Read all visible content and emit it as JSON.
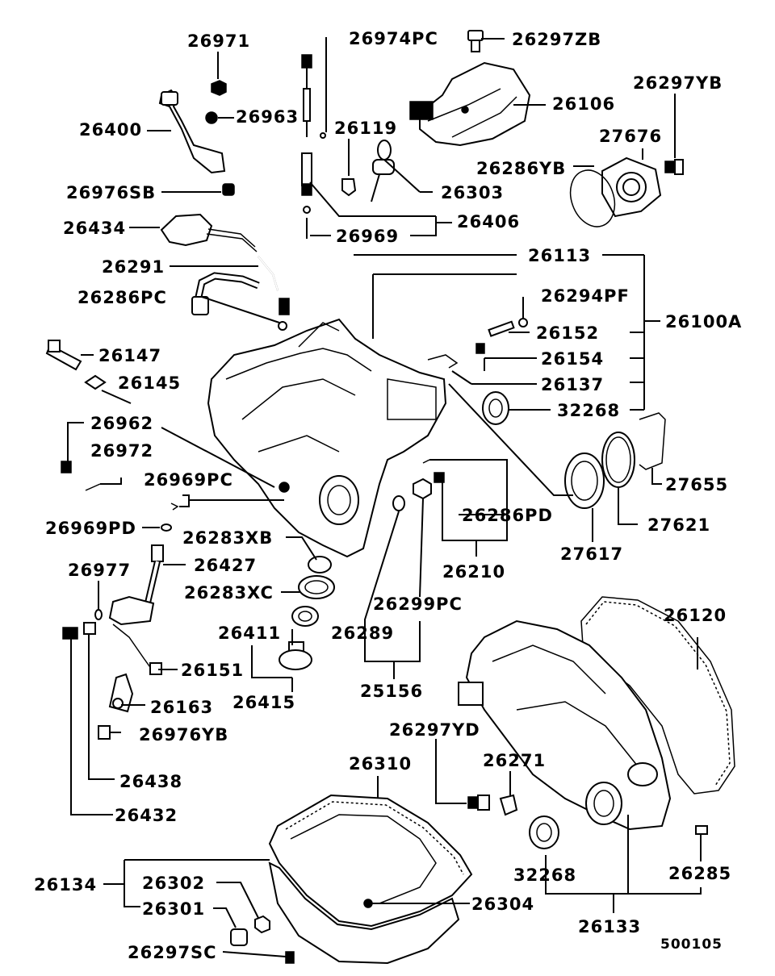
{
  "parts": {
    "p26971": "26971",
    "p26974PC": "26974PC",
    "p26297ZB": "26297ZB",
    "p26400": "26400",
    "p26963": "26963",
    "p26119": "26119",
    "p26106": "26106",
    "p26297YB": "26297YB",
    "p27676": "27676",
    "p26286YB": "26286YB",
    "p26303": "26303",
    "p26976SB": "26976SB",
    "p26406": "26406",
    "p26434": "26434",
    "p26969": "26969",
    "p26113": "26113",
    "p26291": "26291",
    "p26286PC": "26286PC",
    "p26294PF": "26294PF",
    "p26100A": "26100A",
    "p26152": "26152",
    "p26147": "26147",
    "p26154": "26154",
    "p26145": "26145",
    "p26137": "26137",
    "p32268a": "32268",
    "p26962": "26962",
    "p26972": "26972",
    "p26969PC": "26969PC",
    "p27655": "27655",
    "p26286PD": "26286PD",
    "p27621": "27621",
    "p26969PD": "26969PD",
    "p26283XB": "26283XB",
    "p27617": "27617",
    "p26427": "26427",
    "p26977": "26977",
    "p26210": "26210",
    "p26283XC": "26283XC",
    "p26299PC": "26299PC",
    "p26120": "26120",
    "p26411": "26411",
    "p26289": "26289",
    "p26151": "26151",
    "p25156": "25156",
    "p26163": "26163",
    "p26415": "26415",
    "p26976YB": "26976YB",
    "p26297YD": "26297YD",
    "p26310": "26310",
    "p26271": "26271",
    "p26438": "26438",
    "p26432": "26432",
    "p32268b": "32268",
    "p26285": "26285",
    "p26134": "26134",
    "p26302": "26302",
    "p26304": "26304",
    "p26301": "26301",
    "p26133": "26133",
    "p26297SC": "26297SC"
  },
  "drawing_code": "500105"
}
